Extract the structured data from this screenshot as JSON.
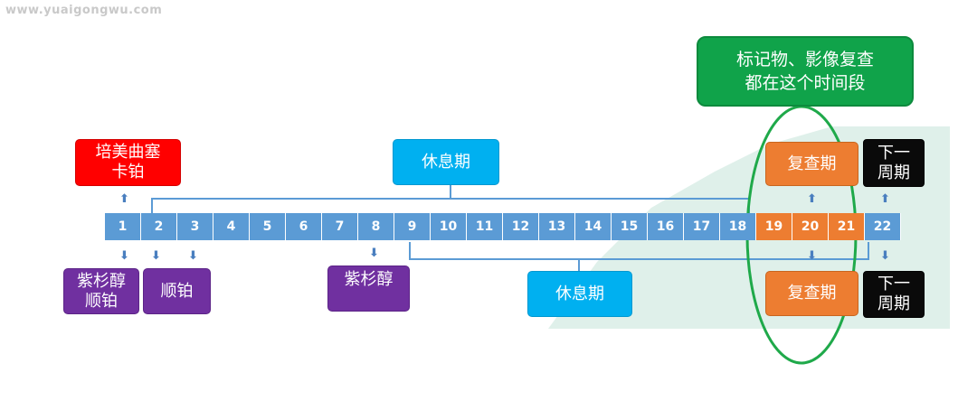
{
  "watermark": "www.yuaigongwu.com",
  "callout": {
    "line1": "标记物、影像复查",
    "line2": "都在这个时间段"
  },
  "timeline": {
    "days": [
      "1",
      "2",
      "3",
      "4",
      "5",
      "6",
      "7",
      "8",
      "9",
      "10",
      "11",
      "12",
      "13",
      "14",
      "15",
      "16",
      "17",
      "18",
      "19",
      "20",
      "21",
      "22"
    ],
    "highlight_days": [
      "19",
      "20",
      "21"
    ],
    "colors": {
      "normal": "#5b9bd5",
      "highlight": "#ed7d31"
    }
  },
  "top": {
    "drug_box_line1": "培美曲塞",
    "drug_box_line2": "卡铂",
    "rest_label": "休息期",
    "review_label": "复查期",
    "next_line1": "下一",
    "next_line2": "周期"
  },
  "bottom": {
    "drug1_line1": "紫杉醇",
    "drug1_line2": "顺铂",
    "drug2": "顺铂",
    "drug3": "紫杉醇",
    "rest_label": "休息期",
    "review_label": "复查期",
    "next_line1": "下一",
    "next_line2": "周期"
  }
}
